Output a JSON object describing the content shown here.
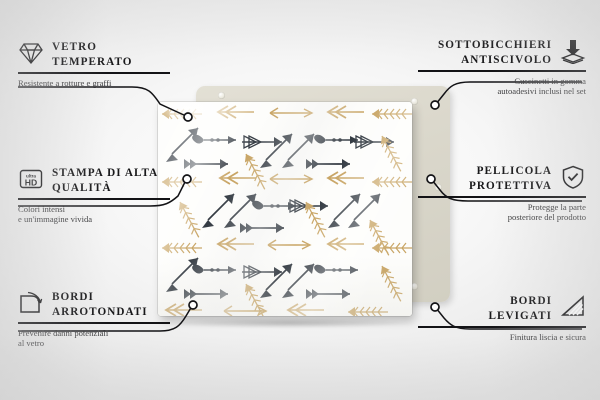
{
  "infographic": {
    "language": "it",
    "background_color": "#f4f4f4",
    "connector_color": "#131316",
    "features": [
      {
        "id": "vetro-temperato",
        "side": "left",
        "icon": "diamond-icon",
        "title": "VETRO\nTEMPERATO",
        "subtitle": "Resistente a rotture e graffi"
      },
      {
        "id": "stampa-alta-qualita",
        "side": "left",
        "icon": "ultra-hd-badge-icon",
        "icon_text_small": "ultra",
        "icon_text_large": "HD",
        "title": "STAMPA DI ALTA\nQUALITÀ",
        "subtitle": "Colori intensi\ne un'immagine vivida"
      },
      {
        "id": "bordi-arrotondati",
        "side": "left",
        "icon": "rounded-corner-icon",
        "title": "BORDI\nARROTONDATI",
        "subtitle": "Prevenire danni potenziali\nal vetro"
      },
      {
        "id": "sottobicchieri-antiscivolo",
        "side": "right",
        "icon": "arrow-down-pad-icon",
        "title": "SOTTOBICCHIERI\nANTISCIVOLO",
        "subtitle": "Cuscinetti in gomma\nautoadesivi inclusi nel set"
      },
      {
        "id": "pellicola-protettiva",
        "side": "right",
        "icon": "shield-check-icon",
        "title": "PELLICOLA\nPROTETTIVA",
        "subtitle": "Protegge la parte\nposteriore del prodotto"
      },
      {
        "id": "bordi-levigati",
        "side": "right",
        "icon": "polished-edge-icon",
        "title": "BORDI\nLEVIGATI",
        "subtitle": "Finitura liscia e sicura"
      }
    ],
    "product": {
      "name": "glass-board-arrow-pattern",
      "pattern_name": "arrows",
      "glass_color": "#fdfdfb",
      "pattern_gold": "#c8a463",
      "pattern_dark": "#333a42",
      "backplate_color": "#dddacd",
      "feet_count": 4
    }
  }
}
